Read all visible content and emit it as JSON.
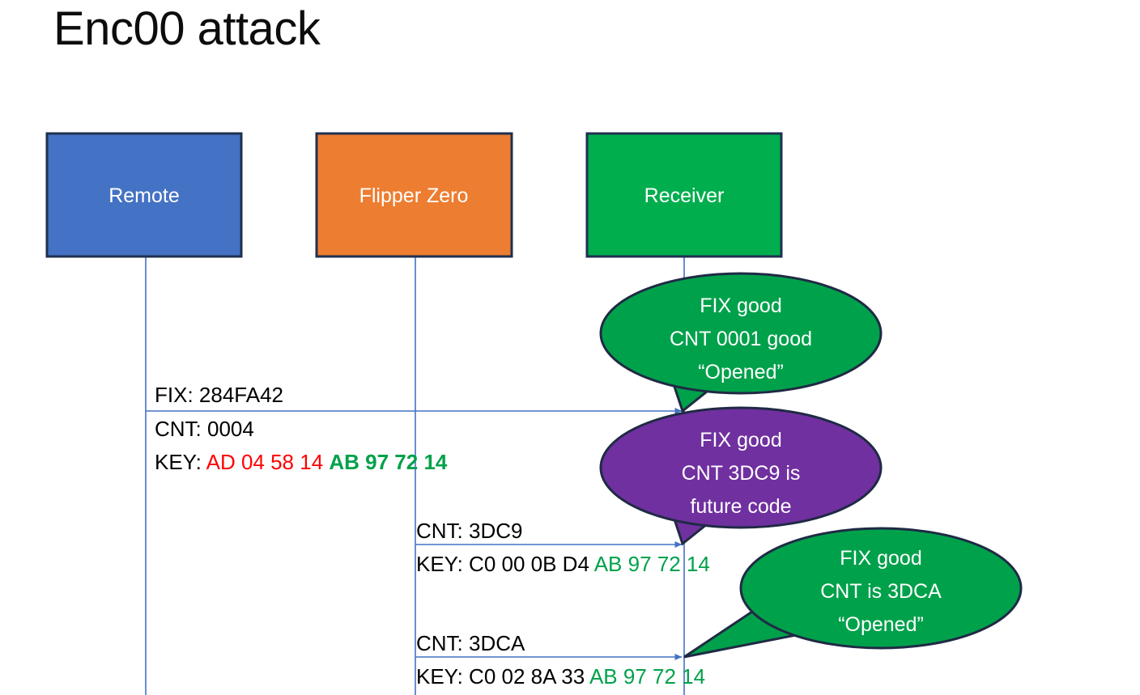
{
  "slide": {
    "title": "Enc00 attack",
    "background": "#FFFFFF"
  },
  "colors": {
    "remote_blue": "#4472C4",
    "flipper_orange": "#ED7D31",
    "receiver_green": "#00AE4D",
    "callout_green": "#00A14B",
    "callout_purple": "#7030A0",
    "line_blue": "#4472C4",
    "key_red": "#FF0000",
    "key_green": "#00A14B",
    "box_border": "#1F3050"
  },
  "actors": [
    {
      "id": "remote",
      "label": "Remote",
      "fill": "#4472C4"
    },
    {
      "id": "flipper",
      "label": "Flipper Zero",
      "fill": "#ED7D31"
    },
    {
      "id": "receiver",
      "label": "Receiver",
      "fill": "#00AE4D"
    }
  ],
  "messages": [
    {
      "id": "msg1",
      "from": "remote",
      "to": "receiver",
      "lines": [
        {
          "id": "l1",
          "parts": [
            {
              "text": "FIX: 284FA42",
              "color": "black",
              "bold": false
            }
          ]
        },
        {
          "id": "l2",
          "parts": [
            {
              "text": "CNT: 0004",
              "color": "black",
              "bold": false
            }
          ]
        },
        {
          "id": "l3",
          "parts": [
            {
              "text": "KEY: ",
              "color": "black",
              "bold": false
            },
            {
              "text": "AD 04 58 14 ",
              "color": "red",
              "bold": false
            },
            {
              "text": "AB 97 72 14",
              "color": "green",
              "bold": true
            }
          ]
        }
      ]
    },
    {
      "id": "msg2",
      "from": "flipper",
      "to": "receiver",
      "lines": [
        {
          "id": "l1",
          "parts": [
            {
              "text": "CNT: 3DC9",
              "color": "black",
              "bold": false
            }
          ]
        },
        {
          "id": "l2",
          "parts": [
            {
              "text": "KEY: C0 00 0B D4 ",
              "color": "black",
              "bold": false
            },
            {
              "text": "AB 97 72 14",
              "color": "green",
              "bold": false
            }
          ]
        }
      ]
    },
    {
      "id": "msg3",
      "from": "flipper",
      "to": "receiver",
      "lines": [
        {
          "id": "l1",
          "parts": [
            {
              "text": "CNT: 3DCA",
              "color": "black",
              "bold": false
            }
          ]
        },
        {
          "id": "l2",
          "parts": [
            {
              "text": "KEY: C0 02 8A 33 ",
              "color": "black",
              "bold": false
            },
            {
              "text": "AB 97 72 14",
              "color": "green",
              "bold": false
            }
          ]
        }
      ]
    }
  ],
  "callouts": [
    {
      "id": "callout1",
      "fill": "#00A14B",
      "lines": [
        "FIX good",
        "CNT 0001 good",
        "“Opened”"
      ]
    },
    {
      "id": "callout2",
      "fill": "#7030A0",
      "lines": [
        "FIX good",
        "CNT 3DC9 is",
        "future code"
      ]
    },
    {
      "id": "callout3",
      "fill": "#00A14B",
      "lines": [
        "FIX good",
        "CNT is 3DCA",
        "“Opened”"
      ]
    }
  ],
  "message_texts": {
    "m1_fix": "FIX: 284FA42",
    "m1_cnt": "CNT: 0004",
    "m1_key_label": "KEY: ",
    "m1_key_red": "AD 04 58 14 ",
    "m1_key_green": "AB 97 72 14",
    "m2_cnt": "CNT: 3DC9",
    "m2_key_black": "KEY: C0 00 0B D4 ",
    "m2_key_green": "AB 97 72 14",
    "m3_cnt": "CNT: 3DCA",
    "m3_key_black": "KEY: C0 02 8A 33 ",
    "m3_key_green": "AB 97 72 14"
  },
  "callout_texts": {
    "c1_l1": "FIX good",
    "c1_l2": "CNT 0001 good",
    "c1_l3": "“Opened”",
    "c2_l1": "FIX good",
    "c2_l2": "CNT 3DC9 is",
    "c2_l3": "future code",
    "c3_l1": "FIX good",
    "c3_l2": "CNT is 3DCA",
    "c3_l3": "“Opened”"
  }
}
